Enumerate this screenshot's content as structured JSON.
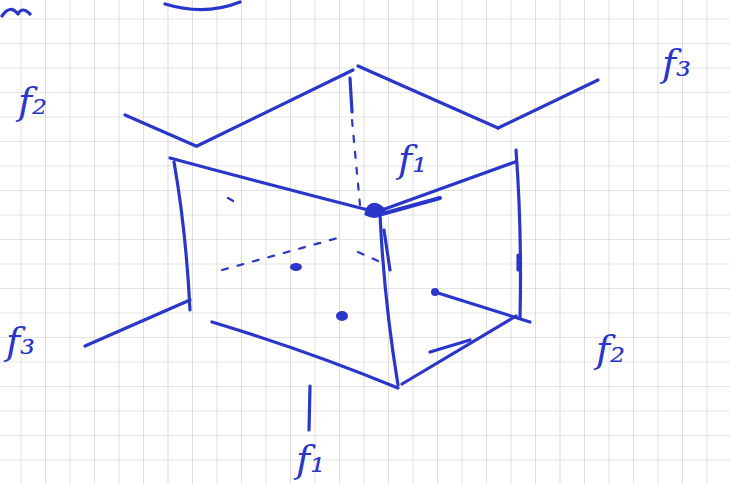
{
  "diagram": {
    "labels": [
      "f₂",
      "f₁",
      "f₃",
      "f₃",
      "f₂",
      "f₁"
    ]
  }
}
